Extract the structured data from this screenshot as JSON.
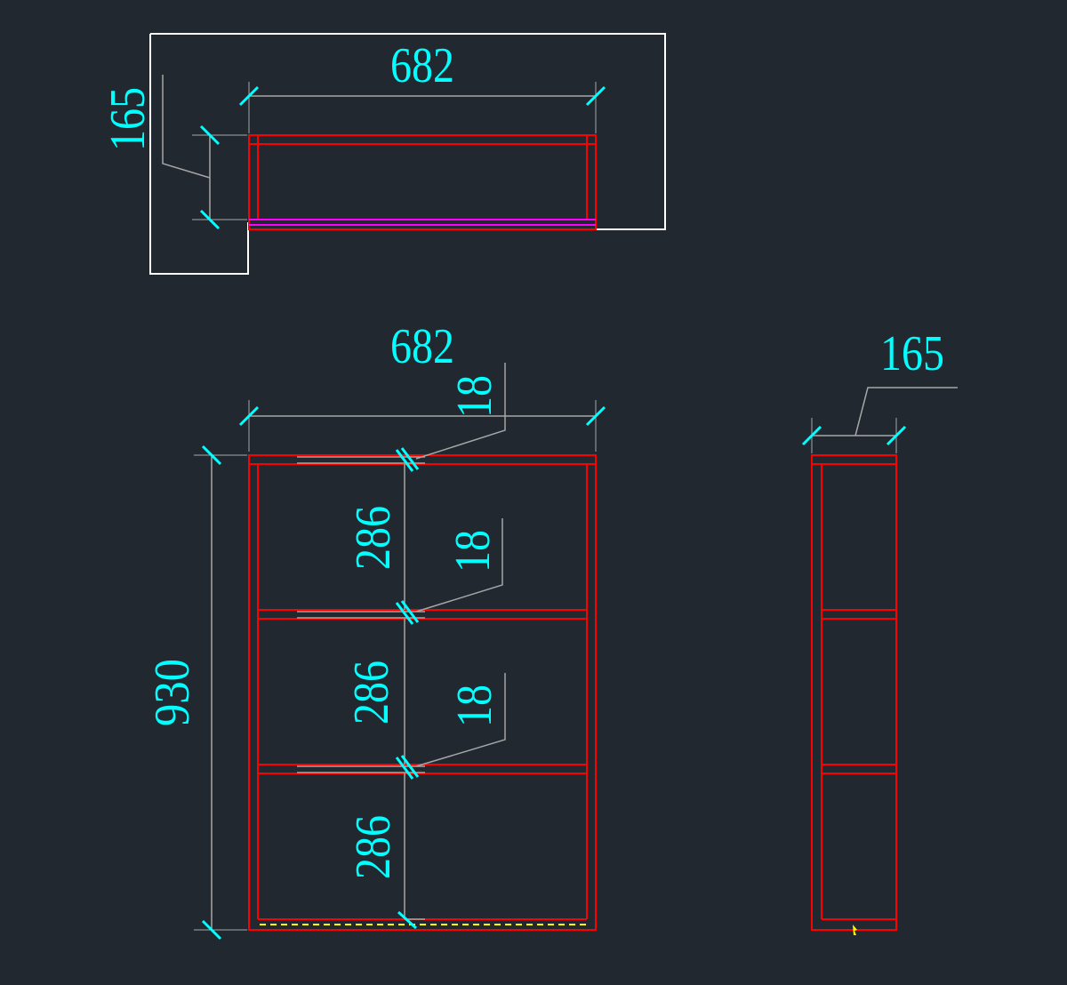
{
  "colors": {
    "background": "#212830",
    "outline": "#ffffff",
    "cabinet": "#ff0000",
    "dimension_line": "#a6a6a6",
    "dimension_text": "#00ffff",
    "tick": "#00ffff",
    "magenta_edge": "#ff00ff",
    "dashed_edge": "#ffff00"
  },
  "plan_view": {
    "width_label": "682",
    "depth_label": "165"
  },
  "front_view": {
    "width_label": "682",
    "height_label": "930",
    "compartments": [
      {
        "height_label": "286",
        "thickness_label": "18"
      },
      {
        "height_label": "286",
        "thickness_label": "18"
      },
      {
        "height_label": "286",
        "thickness_label": "18"
      }
    ]
  },
  "side_view": {
    "depth_label": "165"
  }
}
